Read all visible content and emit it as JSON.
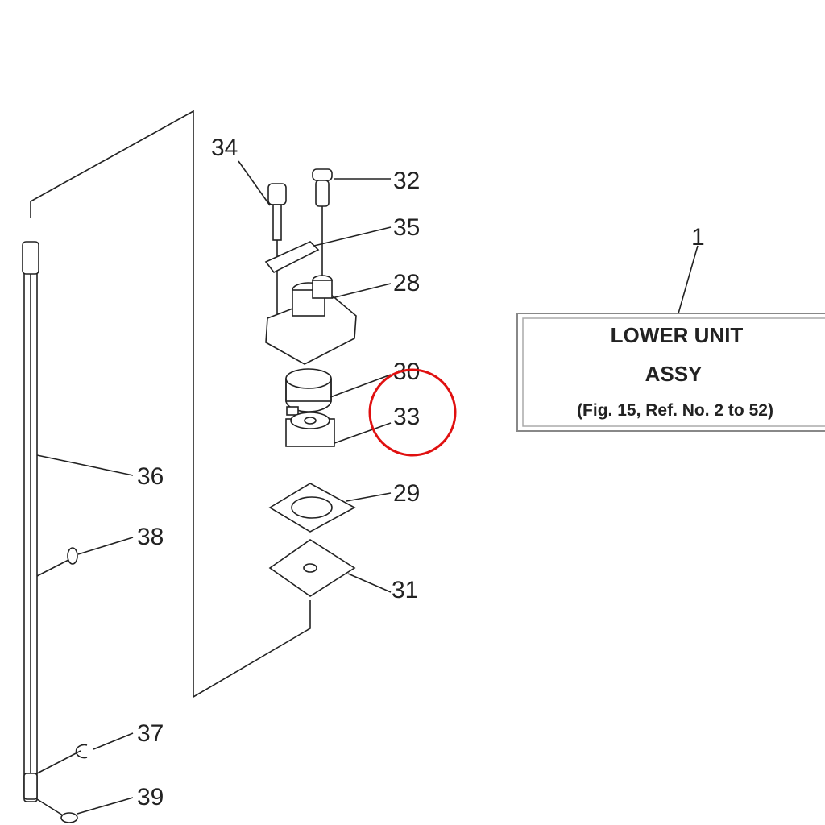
{
  "diagram": {
    "callouts": {
      "p34": "34",
      "p32": "32",
      "p35": "35",
      "p28": "28",
      "p30": "30",
      "p33": "33",
      "p29": "29",
      "p31": "31",
      "p36": "36",
      "p38": "38",
      "p37": "37",
      "p39": "39",
      "p1": "1"
    },
    "reference_box": {
      "line1": "LOWER  UNIT",
      "line2": "ASSY",
      "line3": "(Fig. 15, Ref. No. 2 to 52)"
    },
    "highlight_color": "#e01010"
  }
}
